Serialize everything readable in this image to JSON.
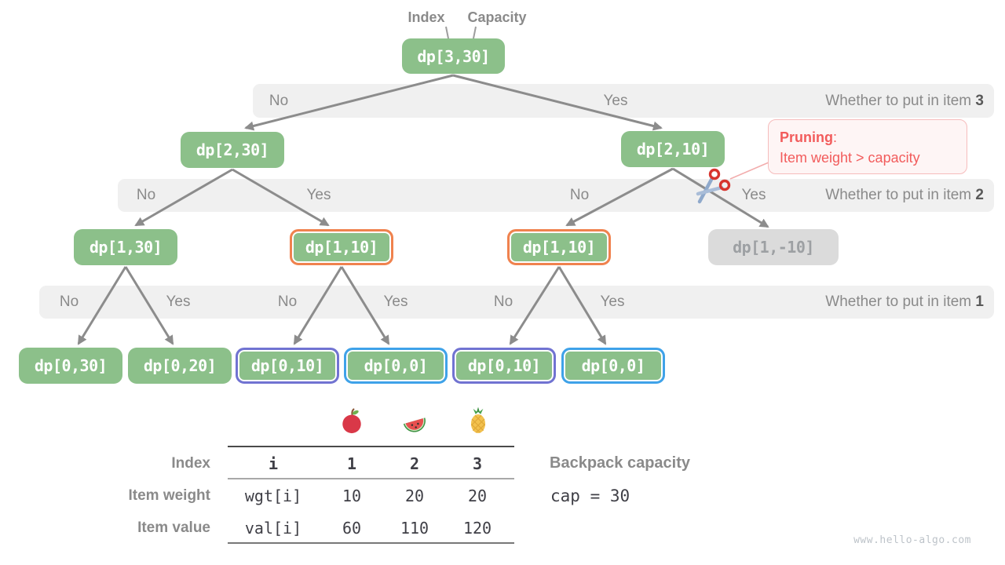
{
  "header": {
    "index_label": "Index",
    "capacity_label": "Capacity"
  },
  "tree": {
    "root": {
      "label": "dp[3,30]"
    },
    "level2": [
      {
        "label": "dp[2,30]"
      },
      {
        "label": "dp[2,10]"
      }
    ],
    "level3": [
      {
        "label": "dp[1,30]"
      },
      {
        "label": "dp[1,10]"
      },
      {
        "label": "dp[1,10]"
      },
      {
        "label": "dp[1,-10]"
      }
    ],
    "level4": [
      {
        "label": "dp[0,30]"
      },
      {
        "label": "dp[0,20]"
      },
      {
        "label": "dp[0,10]"
      },
      {
        "label": "dp[0,0]"
      },
      {
        "label": "dp[0,10]"
      },
      {
        "label": "dp[0,0]"
      }
    ]
  },
  "bands": [
    {
      "labels": [
        "No",
        "Yes"
      ],
      "caption": "Whether to put in item ",
      "item": "3"
    },
    {
      "labels": [
        "No",
        "Yes",
        "No",
        "Yes"
      ],
      "caption": "Whether to put in item ",
      "item": "2"
    },
    {
      "labels": [
        "No",
        "Yes",
        "No",
        "Yes",
        "No",
        "Yes"
      ],
      "caption": "Whether to put in item ",
      "item": "1"
    }
  ],
  "pruning": {
    "title": "Pruning",
    "colon": ":",
    "line": "Item weight > capacity"
  },
  "item_table": {
    "icons": [
      "apple-icon",
      "watermelon-icon",
      "pineapple-icon"
    ],
    "rows": [
      {
        "header": "Index",
        "cells": [
          "i",
          "1",
          "2",
          "3"
        ]
      },
      {
        "header": "Item weight",
        "cells": [
          "wgt[i]",
          "10",
          "20",
          "20"
        ]
      },
      {
        "header": "Item value",
        "cells": [
          "val[i]",
          "60",
          "110",
          "120"
        ]
      }
    ]
  },
  "backpack": {
    "label": "Backpack capacity",
    "value": "cap = 30"
  },
  "watermark": "www.hello-algo.com",
  "colors": {
    "node_green": "#8cc08a",
    "highlight_orange": "#f0824e",
    "highlight_purple": "#7173d2",
    "highlight_blue": "#3fa2e9",
    "pruned_gray": "#dbdbdb",
    "band_gray": "#f0f0f0",
    "arrow_gray": "#8c8c8c",
    "pruning_red": "#f25c5c"
  }
}
